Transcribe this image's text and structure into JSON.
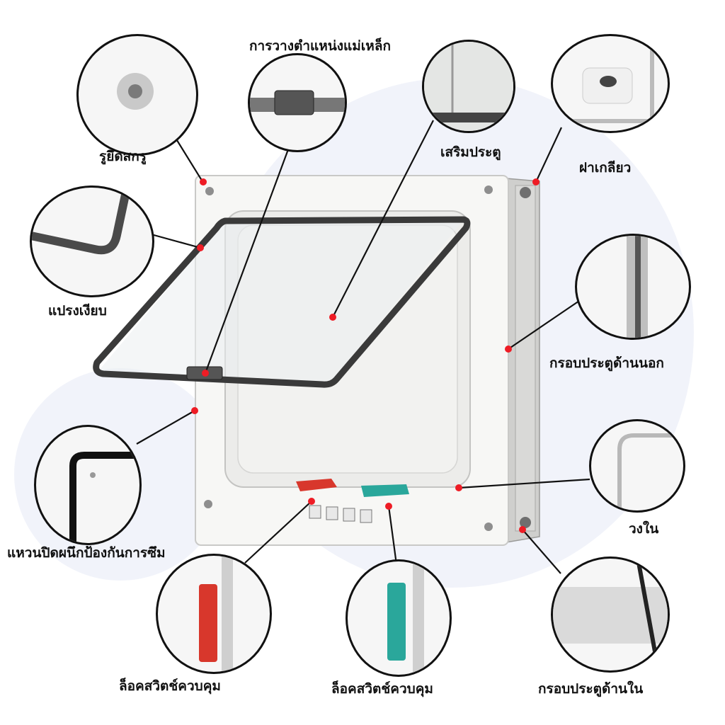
{
  "labels": {
    "screw_hole": "รูยึดสกรู",
    "magnet_position": "การวางตำแหน่งแม่เหล็ก",
    "door_reinforcement": "เสริมประตู",
    "screw_cap": "ฝาเกลียว",
    "brush_seal": "แปรงเงียบ",
    "outer_frame": "กรอบประตูด้านนอก",
    "weather_seal": "แหวนปิดผนึกป้องกันการซึม",
    "inner_ring": "วงใน",
    "lock_switch_left": "ล็อคสวิตช์ควบคุม",
    "lock_switch_right": "ล็อคสวิตช์ควบคุม",
    "inner_frame": "กรอบประตูด้านใน"
  },
  "icons": [
    "lock-mode-1-icon",
    "lock-mode-2-icon",
    "lock-mode-3-icon",
    "lock-mode-4-icon"
  ],
  "colors": {
    "marker": "#ee1c25",
    "red_switch": "#d8372c",
    "green_switch": "#2aa79b",
    "brush": "#3a3a3a",
    "frame": "#f4f4f2"
  }
}
